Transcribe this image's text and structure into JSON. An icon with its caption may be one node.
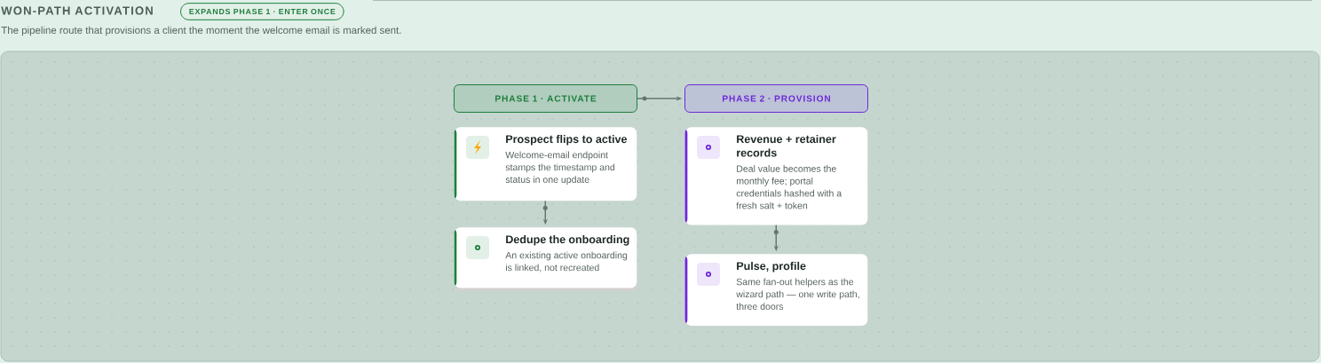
{
  "diagram": {
    "title": "WON-PATH ACTIVATION",
    "caption": "The pipeline route that provisions a client the moment the welcome email is marked sent.",
    "nodes": [
      {
        "text": [
          "PHASE 1 · ACTIVATE"
        ]
      },
      {
        "text": [
          "PHASE 2 · PROVISION"
        ]
      },
      {
        "text": [
          "Prospect flips to active",
          "Welcome-email endpoint stamps the timestamp and status in one update"
        ]
      },
      {
        "text": [
          "Dedupe the onboarding",
          "An existing active onboarding is linked, not recreated"
        ]
      },
      {
        "text": [
          "Revenue + retainer records",
          "Deal value becomes the monthly fee; portal credentials hashed with a fresh salt + token"
        ]
      },
      {
        "text": [
          "Pulse, profile",
          "Same fan-out helpers as the wizard path — one write path, three doors"
        ]
      }
    ],
    "edges": [
      {
        "from": 0,
        "to": 1,
        "arrow": "to"
      },
      {
        "from": 2,
        "to": 3,
        "arrow": "to"
      },
      {
        "from": 4,
        "to": 5,
        "arrow": "to"
      }
    ],
    "labels": [
      "EXPANDS PHASE 1 · ENTER ONCE"
    ]
  }
}
